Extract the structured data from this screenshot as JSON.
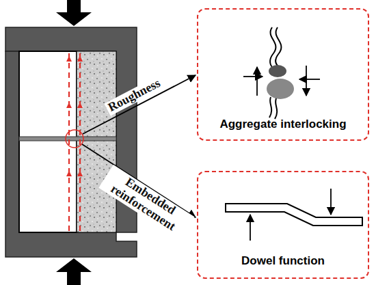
{
  "diagram": {
    "nodes": [
      {
        "text": [
          "Aggregate interlocking"
        ]
      },
      {
        "text": [
          "Dowel function"
        ]
      }
    ],
    "labels": [
      "Roughness",
      "Embedded reinforcement"
    ]
  }
}
